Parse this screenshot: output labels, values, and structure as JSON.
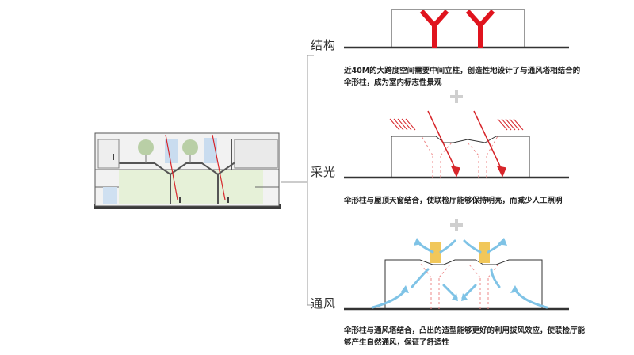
{
  "sections": [
    {
      "id": "structure",
      "label": "结构",
      "caption_lines": [
        "近40M的大跨度空间需要中间立柱，创造性地设计了与通风塔相结合的",
        "伞形柱，成为室内标志性景观"
      ]
    },
    {
      "id": "lighting",
      "label": "采光",
      "caption_lines": [
        "伞形柱与屋顶天窗结合，使联检厅能够保持明亮，而减少人工照明"
      ]
    },
    {
      "id": "ventilation",
      "label": "通风",
      "caption_lines": [
        "伞形柱与通风塔结合，凸出的造型能够更好的利用拔风效应，使联检厅能",
        "够产生自然通风，保证了舒适性"
      ]
    }
  ],
  "colors": {
    "structure_column": "#e0141e",
    "light_arrow": "#d7262b",
    "wind_arrow": "#7fc3e6",
    "tower": "#f1c75a",
    "plus": "#cfcfcf",
    "line": "#9a9a9a"
  }
}
